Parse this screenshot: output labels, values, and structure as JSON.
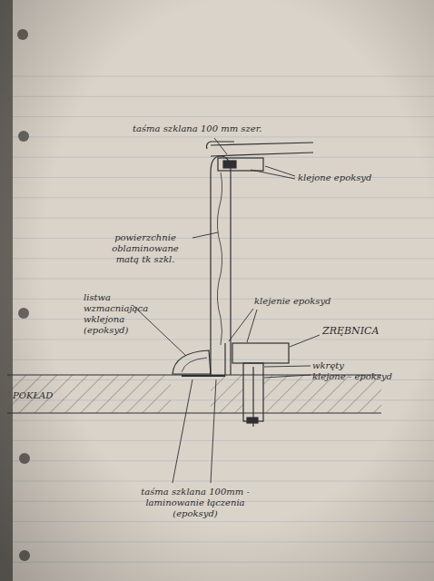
{
  "diagram": {
    "labels": [
      "taśma szklana 100 mm szer.",
      "klejone epoksyd",
      "powierzchnie oblaminowane matą tk szkl.",
      "listwa wzmacniająca wklejona (epoksyd)",
      "klejenie epoksyd",
      "ZRĘBNICA",
      "wkręty",
      "klejone - epoksyd",
      "POKŁAD",
      "taśma szklana 100mm - laminowanie łączenia (epoksyd)"
    ]
  }
}
